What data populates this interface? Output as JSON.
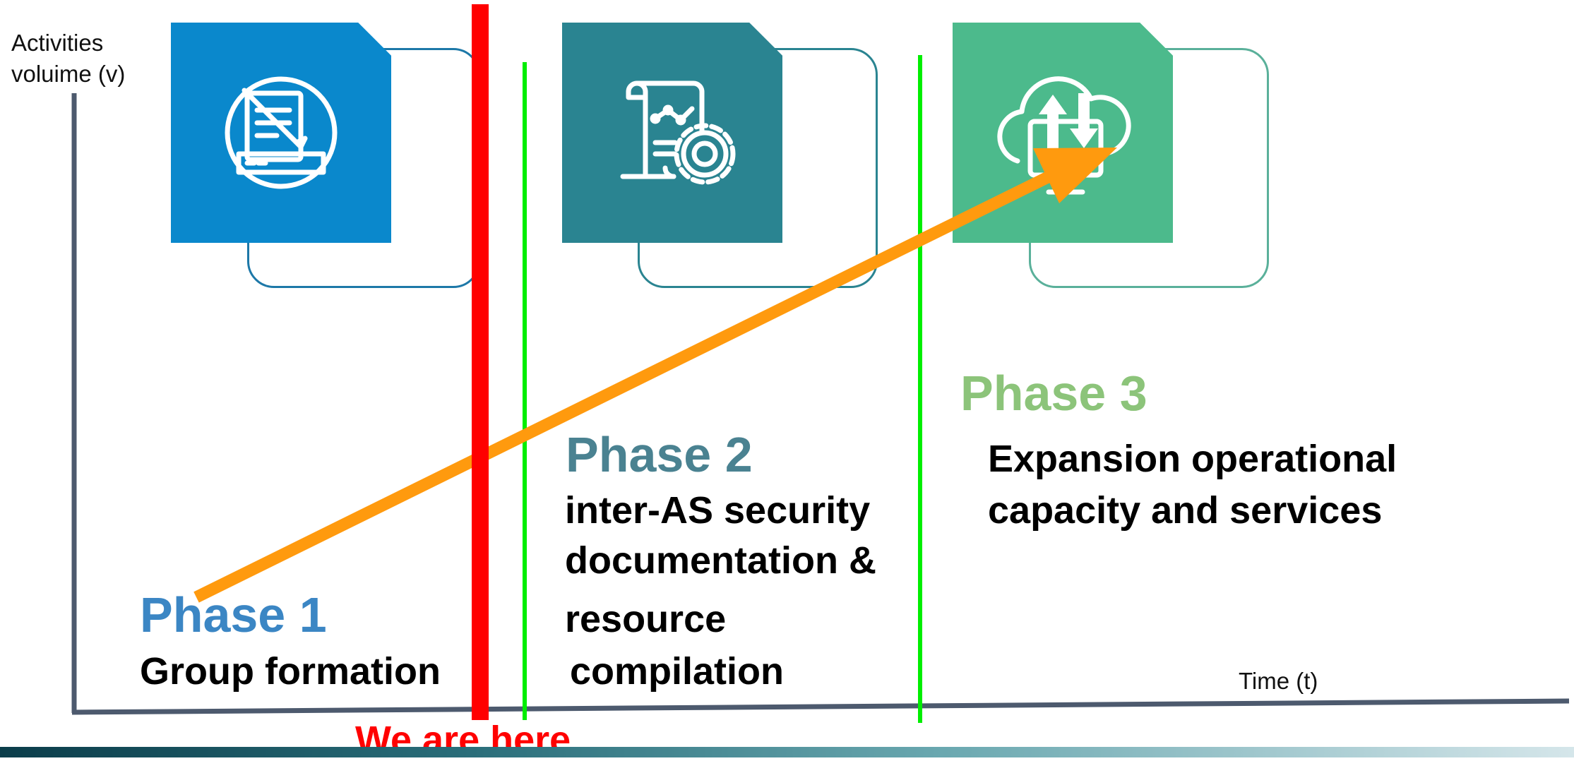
{
  "axes": {
    "y_label_line1": "Activities",
    "y_label_line2": "voluime (v)",
    "x_label": "Time (t)"
  },
  "phases": [
    {
      "title": "Phase 1",
      "description_lines": [
        "Group formation"
      ],
      "title_color": "#3b86c4",
      "tile_color": "#0a88cc",
      "frame_color": "#1d78a8",
      "icon": "document-edit-icon"
    },
    {
      "title": "Phase 2",
      "description_lines": [
        "inter-AS security",
        "documentation &",
        "resource",
        "compilation"
      ],
      "title_color": "#4a8291",
      "tile_color": "#2a8491",
      "frame_color": "#2a8491",
      "icon": "script-gear-icon"
    },
    {
      "title": "Phase 3",
      "description_lines": [
        "Expansion operational",
        "capacity and services"
      ],
      "title_color": "#8cc47a",
      "tile_color": "#4cba8c",
      "frame_color": "#5ab09a",
      "icon": "cloud-sync-icon"
    }
  ],
  "marker": {
    "label": "We are here",
    "color": "#ff0000"
  },
  "colors": {
    "axis": "#4d5a6e",
    "phase_divider": "#00ee00",
    "trend_arrow": "#ff9a0e"
  }
}
